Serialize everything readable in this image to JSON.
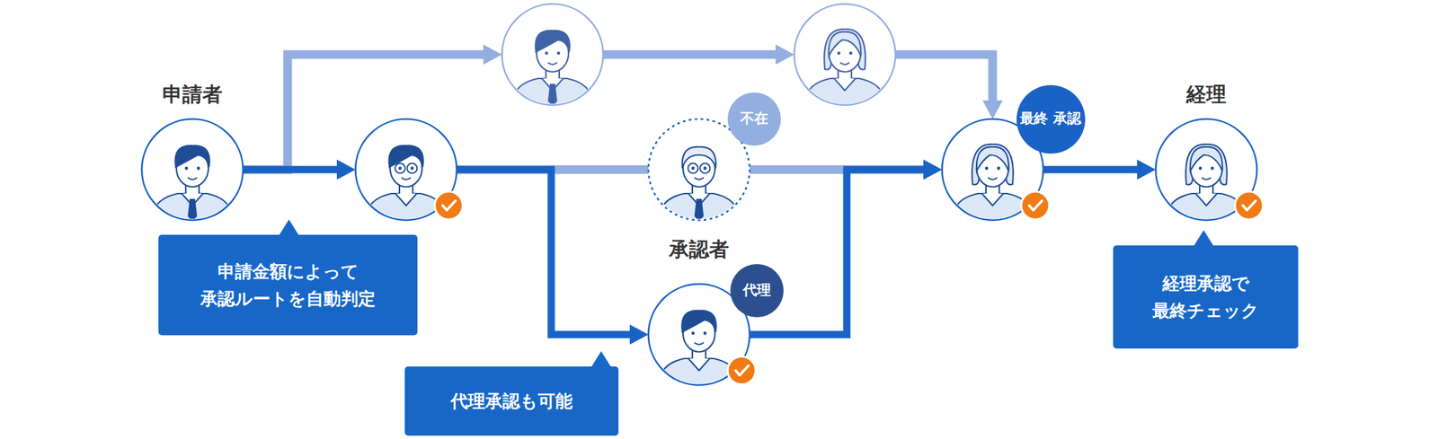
{
  "diagram": {
    "nodes": [
      {
        "text": [
          "申請者"
        ]
      },
      {
        "text": []
      },
      {
        "text": []
      },
      {
        "text": []
      },
      {
        "text": [
          "不在"
        ]
      },
      {
        "text": [
          "代理"
        ]
      },
      {
        "text": [
          "最終 承認"
        ]
      },
      {
        "text": [
          "経理"
        ]
      },
      {
        "text": [
          "申請金額によって 承認ルートを自動判定"
        ]
      },
      {
        "text": [
          "代理承認も可能"
        ]
      },
      {
        "text": [
          "経理承認で 最終チェック"
        ]
      }
    ],
    "edges": [
      {
        "from": 0,
        "to": 1,
        "arrow": "to"
      },
      {
        "from": 0,
        "to": 2,
        "arrow": "to"
      },
      {
        "from": 2,
        "to": 3,
        "arrow": "to"
      },
      {
        "from": 3,
        "to": 6,
        "arrow": "to"
      },
      {
        "from": 1,
        "to": 4,
        "arrow": "none"
      },
      {
        "from": 4,
        "to": 6,
        "arrow": "to"
      },
      {
        "from": 1,
        "to": 5,
        "arrow": "to"
      },
      {
        "from": 5,
        "to": 6,
        "arrow": "to"
      },
      {
        "from": 6,
        "to": 7,
        "arrow": "to"
      }
    ],
    "labels": [
      "承認者"
    ]
  }
}
